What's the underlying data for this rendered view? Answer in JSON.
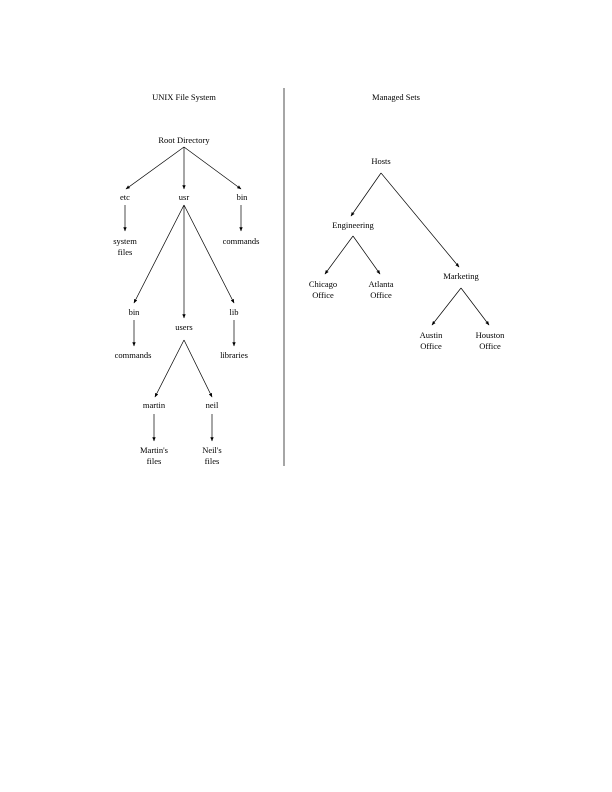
{
  "left_panel": {
    "title": "UNIX File System",
    "nodes": {
      "root": [
        "Root Directory"
      ],
      "etc": [
        "etc"
      ],
      "usr": [
        "usr"
      ],
      "bin_top": [
        "bin"
      ],
      "system_files": [
        "system",
        "files"
      ],
      "commands_top": [
        "commands"
      ],
      "bin_usr": [
        "bin"
      ],
      "users": [
        "users"
      ],
      "lib": [
        "lib"
      ],
      "commands_usr": [
        "commands"
      ],
      "libraries": [
        "libraries"
      ],
      "martin": [
        "martin"
      ],
      "neil": [
        "neil"
      ],
      "martins_files": [
        "Martin's",
        "files"
      ],
      "neils_files": [
        "Neil's",
        "files"
      ]
    }
  },
  "right_panel": {
    "title": "Managed Sets",
    "nodes": {
      "hosts": [
        "Hosts"
      ],
      "engineering": [
        "Engineering"
      ],
      "marketing": [
        "Marketing"
      ],
      "chicago": [
        "Chicago",
        "Office"
      ],
      "atlanta": [
        "Atlanta",
        "Office"
      ],
      "austin": [
        "Austin",
        "Office"
      ],
      "houston": [
        "Houston",
        "Office"
      ]
    }
  }
}
